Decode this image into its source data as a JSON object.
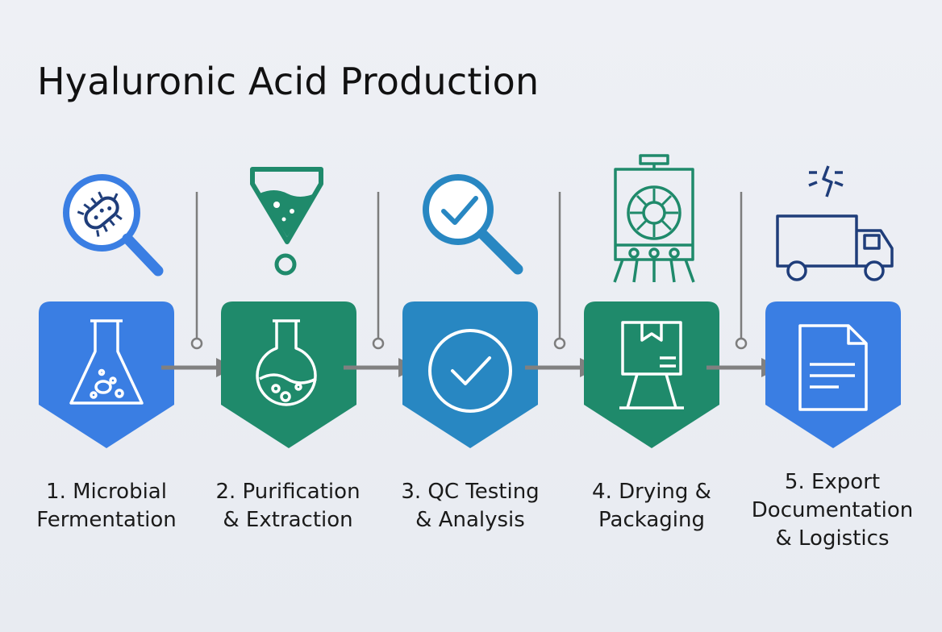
{
  "title": "Hyaluronic Acid Production",
  "steps": [
    {
      "label_line1": "1. Microbial",
      "label_line2": "Fermentation",
      "label_line3": "",
      "color": "#3a7ee3",
      "top_icon": "bacteria-magnifier-icon",
      "shield_icon": "erlenmeyer-flask-icon"
    },
    {
      "label_line1": "2. Purification",
      "label_line2": "& Extraction",
      "label_line3": "",
      "color": "#1f8a6b",
      "top_icon": "filter-funnel-icon",
      "shield_icon": "round-flask-icon"
    },
    {
      "label_line1": "3. QC Testing",
      "label_line2": "& Analysis",
      "label_line3": "",
      "color": "#2887c2",
      "top_icon": "check-magnifier-icon",
      "shield_icon": "check-circle-icon"
    },
    {
      "label_line1": "4. Drying &",
      "label_line2": "Packaging",
      "label_line3": "",
      "color": "#1f8a6b",
      "top_icon": "drying-machine-icon",
      "shield_icon": "package-stand-icon"
    },
    {
      "label_line1": "5. Export",
      "label_line2": "Documentation",
      "label_line3": "& Logistics",
      "color": "#3a7ee3",
      "top_icon": "delivery-truck-icon",
      "shield_icon": "document-icon"
    }
  ],
  "colors": {
    "blue": "#3a7ee3",
    "green": "#1f8a6b",
    "teal_blue": "#2887c2",
    "navy": "#1f3d7a",
    "connector_gray": "#7d7d7d",
    "arrow_gray": "#808080"
  }
}
